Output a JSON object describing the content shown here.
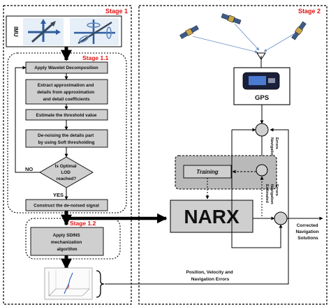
{
  "stages": {
    "stage1": "Stage 1",
    "stage1_1": "Stage 1.1",
    "stage1_2": "Stage 1.2",
    "stage2": "Stage 2"
  },
  "imu_label": "IMU",
  "flow": {
    "wavelet": "Apply Wavelet Decomposition",
    "extract": [
      "Extract approximation and",
      "details from approximation",
      "and detail coefficients"
    ],
    "threshold": "Estimate the threshold value",
    "denoise": [
      "De-noising the details part",
      "by using Soft thresholding"
    ],
    "decision": [
      "Is Optimal",
      "LOD",
      "reached?"
    ],
    "no_label": "NO",
    "yes_label": "YES",
    "construct": "Construct the de-noised signal",
    "sdins": [
      "Apply SDINS",
      "mechanization",
      "algorithm"
    ]
  },
  "stage2": {
    "gps_label": "GPS",
    "training": "Training",
    "narx": "NARX",
    "navigation_errors": [
      "Navigation",
      "Errors"
    ],
    "estimated_errors": [
      "Estimated",
      "Navigation",
      "Errors"
    ],
    "corrected": [
      "Corrected",
      "Navigation",
      "Solutions"
    ],
    "position_errors": [
      "Position, Velocity and",
      "Navigation Errors"
    ]
  },
  "colors": {
    "stage_text": "#e01010",
    "box_fill": "#cfcfcf",
    "training_region": "#b9b9b9",
    "arrow": "#000000",
    "link": "#6c8fc4"
  }
}
